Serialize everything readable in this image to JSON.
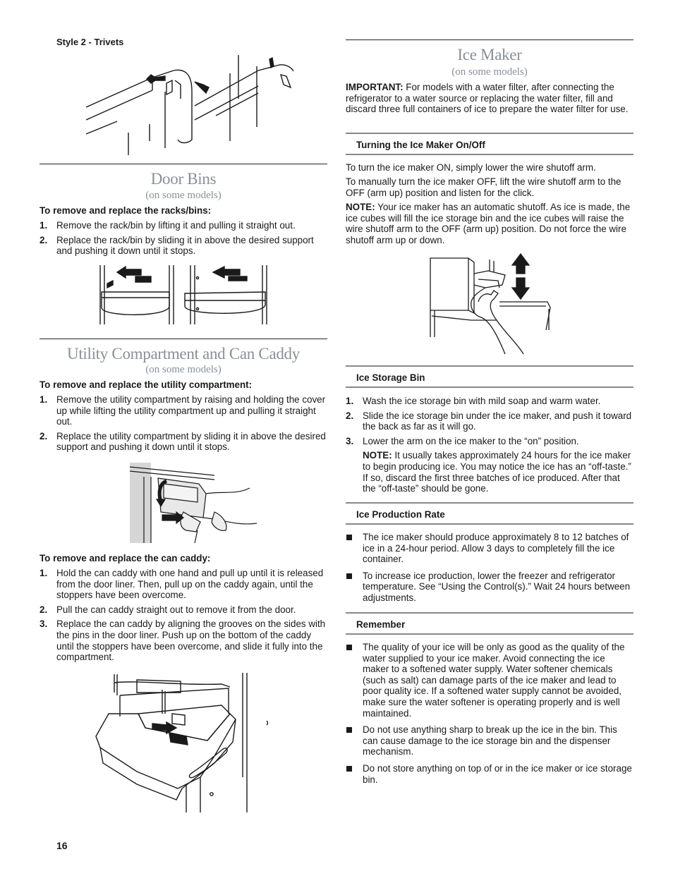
{
  "trivets": {
    "caption": "Style 2 - Trivets"
  },
  "door_bins": {
    "title": "Door Bins",
    "subtitle": "(on some models)",
    "lead": "To remove and replace the racks/bins:",
    "steps": [
      {
        "n": "1.",
        "text": "Remove the rack/bin by lifting it and pulling it straight out."
      },
      {
        "n": "2.",
        "text": "Replace the rack/bin by sliding it in above the desired support and pushing it down until it stops."
      }
    ]
  },
  "utility": {
    "title": "Utility Compartment and Can Caddy",
    "subtitle": "(on some models)",
    "lead": "To remove and replace the utility compartment:",
    "steps": [
      {
        "n": "1.",
        "text": "Remove the utility compartment by raising and holding the cover up while lifting the utility compartment up and pulling it straight out."
      },
      {
        "n": "2.",
        "text": "Replace the utility compartment by sliding it in above the desired support and pushing it down until it stops."
      }
    ],
    "caddy_lead": "To remove and replace the can caddy:",
    "caddy_steps": [
      {
        "n": "1.",
        "text": "Hold the can caddy with one hand and pull up until it is released from the door liner. Then, pull up on the caddy again, until the stoppers have been overcome."
      },
      {
        "n": "2.",
        "text": "Pull the can caddy straight out to remove it from the door."
      },
      {
        "n": "3.",
        "text": "Replace the can caddy by aligning the grooves on the sides with the pins in the door liner. Push up on the bottom of the caddy until the stoppers have been overcome, and slide it fully into the compartment."
      }
    ]
  },
  "ice_maker": {
    "title": "Ice Maker",
    "subtitle": "(on some models)",
    "important_label": "IMPORTANT:",
    "important_text": " For models with a water filter, after connecting the refrigerator to a water source or replacing the water filter, fill and discard three full containers of ice to prepare the water filter for use.",
    "onoff": {
      "heading": "Turning the Ice Maker On/Off",
      "p1": "To turn the ice maker ON, simply lower the wire shutoff arm.",
      "p2": "To manually turn the ice maker OFF, lift the wire shutoff arm to the OFF (arm up) position and listen for the click.",
      "note_label": "NOTE:",
      "note_text": " Your ice maker has an automatic shutoff. As ice is made, the ice cubes will fill the ice storage bin and the ice cubes will raise the wire shutoff arm to the OFF (arm up) position. Do not force the wire shutoff arm up or down."
    },
    "storage": {
      "heading": "Ice Storage Bin",
      "steps": [
        {
          "n": "1.",
          "text": "Wash the ice storage bin with mild soap and warm water."
        },
        {
          "n": "2.",
          "text": "Slide the ice storage bin under the ice maker, and push it toward the back as far as it will go."
        },
        {
          "n": "3.",
          "text": "Lower the arm on the ice maker to the “on” position."
        }
      ],
      "note_label": "NOTE:",
      "note_text": " It usually takes approximately 24 hours for the ice maker to begin producing ice. You may notice the ice has an “off-taste.” If so, discard the first three batches of ice produced. After that the “off-taste” should be gone."
    },
    "rate": {
      "heading": "Ice Production Rate",
      "bullets": [
        "The ice maker should produce approximately 8 to 12 batches of ice in a 24-hour period. Allow 3 days to completely fill the ice container.",
        "To increase ice production, lower the freezer and refrigerator temperature. See “Using the Control(s).” Wait 24 hours between adjustments."
      ]
    },
    "remember": {
      "heading": "Remember",
      "bullets": [
        "The quality of your ice will be only as good as the quality of the water supplied to your ice maker. Avoid connecting the ice maker to a softened water supply. Water softener chemicals (such as salt) can damage parts of the ice maker and lead to poor quality ice. If a softened water supply cannot be avoided, make sure the water softener is operating properly and is well maintained.",
        "Do not use anything sharp to break up the ice in the bin. This can cause damage to the ice storage bin and the dispenser mechanism.",
        "Do not store anything on top of or in the ice maker or ice storage bin."
      ]
    }
  },
  "page_number": "16"
}
